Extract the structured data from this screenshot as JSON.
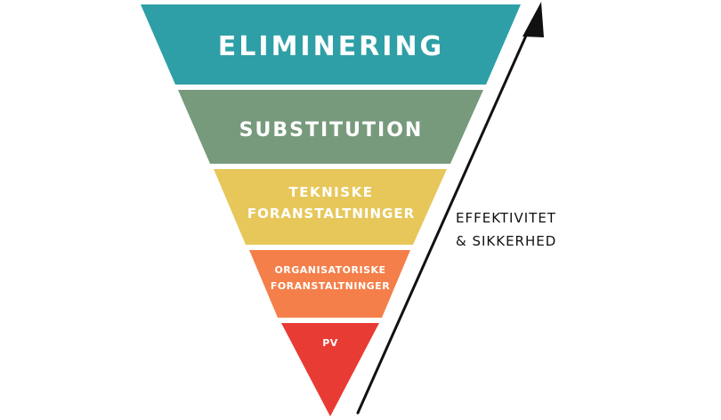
{
  "diagram": {
    "tiers": [
      {
        "lines": [
          "ELIMINERING"
        ],
        "color": "#2e9fa6"
      },
      {
        "lines": [
          "SUBSTITUTION"
        ],
        "color": "#789a7c"
      },
      {
        "lines": [
          "TEKNISKE",
          "FORANSTALTNINGER"
        ],
        "color": "#e7c75a"
      },
      {
        "lines": [
          "ORGANISATORISKE",
          "FORANSTALTNINGER"
        ],
        "color": "#f47f4a"
      },
      {
        "lines": [
          "PV"
        ],
        "color": "#e83b33"
      }
    ],
    "arrow": {
      "caption_line1": "EFFEKTIVITET",
      "caption_line2": "& SIKKERHED",
      "color": "#111111"
    }
  }
}
